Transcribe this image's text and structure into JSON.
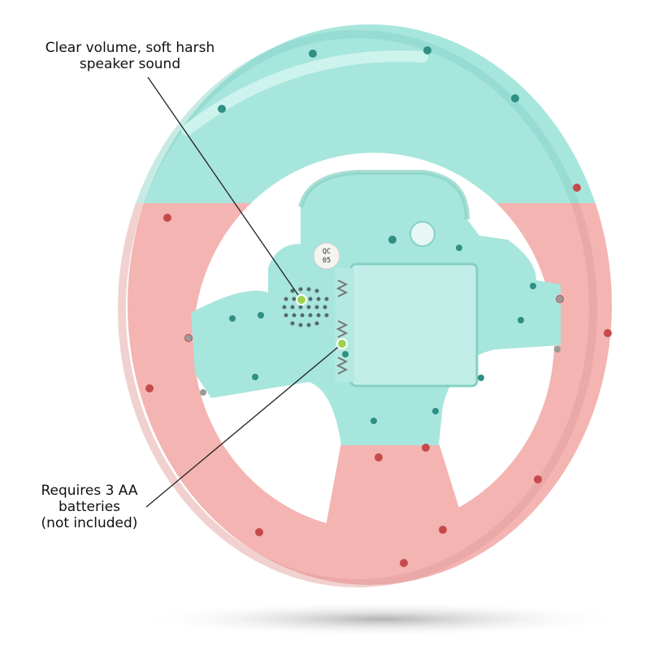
{
  "image": {
    "type": "product-photo",
    "subject": "steering-wheel-toy-back"
  },
  "callouts": {
    "speaker": {
      "text": "Clear volume, soft harsh\nspeaker sound"
    },
    "battery": {
      "text": "Requires 3 AA\nbatteries\n(not included)"
    }
  },
  "qc_sticker": {
    "text": "QC\n05"
  },
  "colors": {
    "teal": "#a7e6dd",
    "teal_shade": "#86d0c5",
    "pink": "#f3b4b2",
    "pink_shade": "#e09997",
    "hole": "#c64a4b",
    "hole_teal": "#2f8f82",
    "marker": "#9bd34f",
    "line": "#222222"
  }
}
